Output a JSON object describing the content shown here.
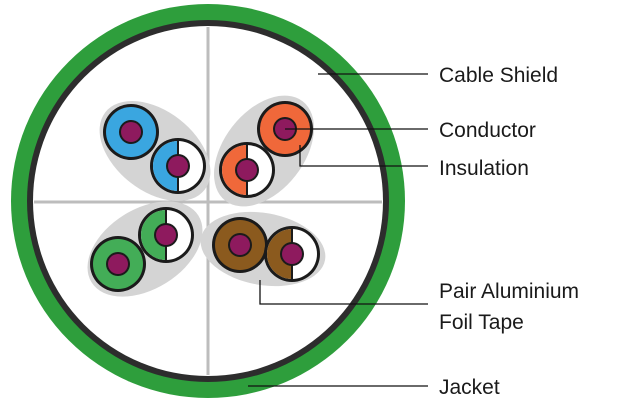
{
  "labels": {
    "cable_shield": "Cable Shield",
    "conductor": "Conductor",
    "insulation": "Insulation",
    "foil_tape_line1": "Pair Aluminium",
    "foil_tape_line2": "Foil Tape",
    "jacket": "Jacket"
  },
  "colors": {
    "jacket": "#2e9e3c",
    "shield": "#2d2d2d",
    "separator": "#bdbdbd",
    "foil": "#d4d4d4",
    "conductor": "#8e1a5e",
    "pairs": {
      "blue": "#3aa6e0",
      "orange": "#f0683a",
      "green": "#43ad57",
      "brown": "#8b5a1e"
    }
  }
}
